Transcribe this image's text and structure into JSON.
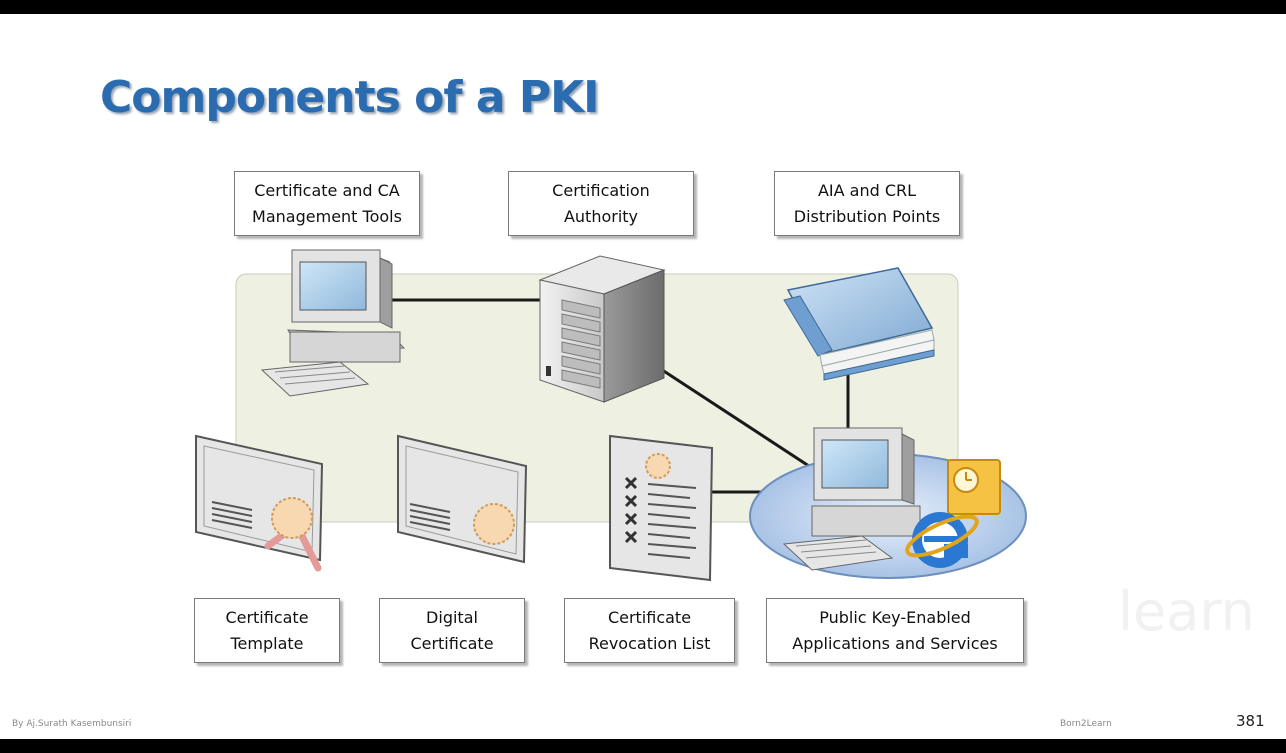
{
  "slide": {
    "title": "Components of a PKI",
    "page_number": "381",
    "footer_author": "By Aj.Surath Kasembunsiri",
    "footer_brand": "Born2Learn",
    "watermark": "learn"
  },
  "labels": {
    "mgmt_tools": [
      "Certificate and CA",
      "Management Tools"
    ],
    "ca": [
      "Certification",
      "Authority"
    ],
    "aia_crl": [
      "AIA and CRL",
      "Distribution Points"
    ],
    "template": [
      "Certificate",
      "Template"
    ],
    "digital_cert": [
      "Digital",
      "Certificate"
    ],
    "crl": [
      "Certificate",
      "Revocation List"
    ],
    "apps": [
      "Public Key-Enabled",
      "Applications and Services"
    ]
  }
}
